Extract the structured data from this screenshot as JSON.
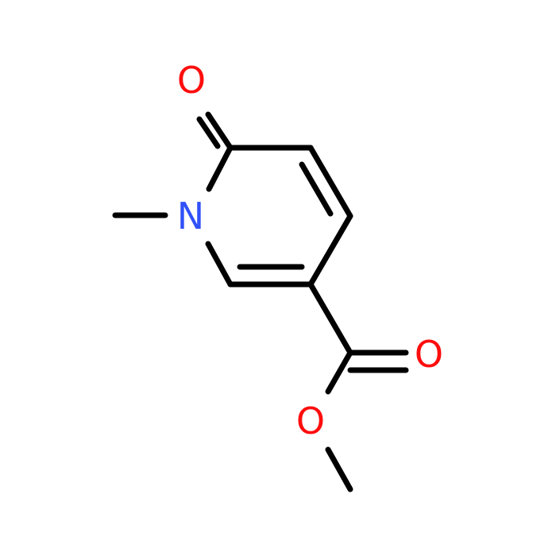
{
  "colors": {
    "background": "#ffffff",
    "bond": "#000000",
    "oxygen": "#ff0d0d",
    "nitrogen": "#3050f8"
  },
  "atoms": {
    "oxo_oxygen": "O",
    "ring_nitrogen": "N",
    "carbonyl_oxygen": "O",
    "ester_oxygen": "O"
  }
}
